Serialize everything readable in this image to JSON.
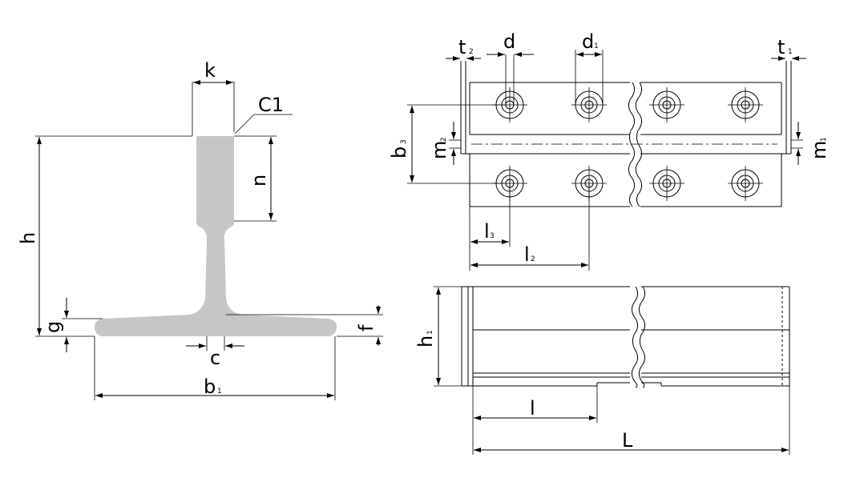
{
  "labels": {
    "k": "k",
    "c1": "C1",
    "h": "h",
    "n": "n",
    "g": "g",
    "c": "c",
    "f": "f",
    "b": "b",
    "b_sub": "1",
    "t2": "t",
    "t2_sub": "2",
    "d": "d",
    "d1": "d",
    "d1_sub": "1",
    "t1": "t",
    "t1_sub": "1",
    "b3": "b",
    "b3_sub": "3",
    "m2": "m",
    "m2_sub": "2",
    "m1": "m",
    "m1_sub": "1",
    "l3": "l",
    "l3_sub": "3",
    "l2": "l",
    "l2_sub": "2",
    "h1": "h",
    "h1_sub": "1",
    "l": "l",
    "L": "L"
  }
}
